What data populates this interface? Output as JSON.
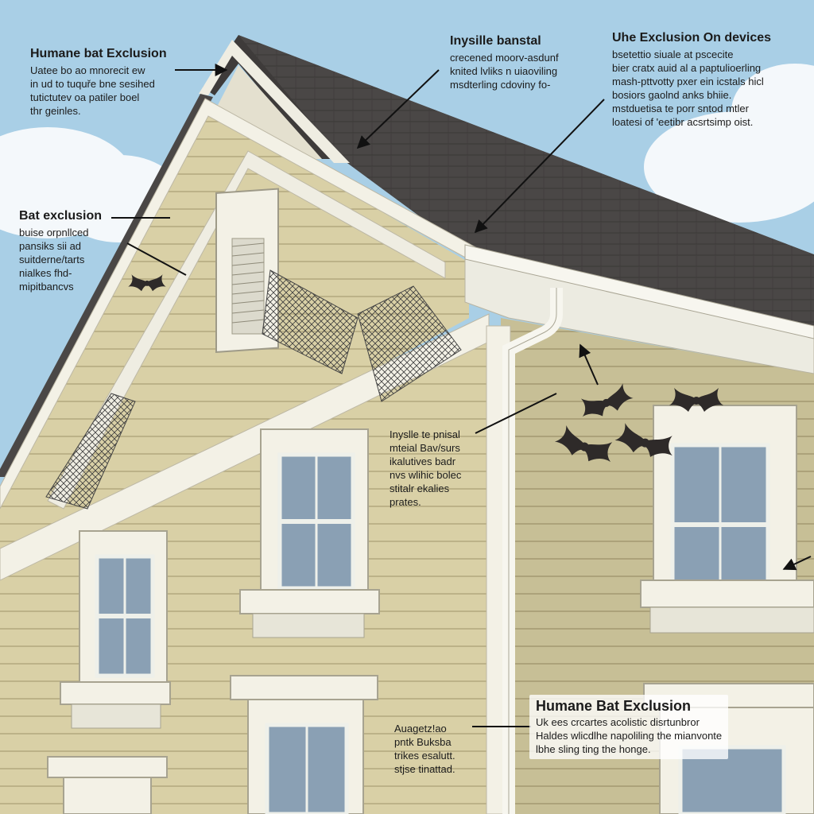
{
  "callouts": [
    {
      "title": "Humane bat Exclusion",
      "lines": [
        "Uatee bo ao mnorecit ew",
        "in ud to tuquře bne sesihed",
        "tutictutev oa patiler boel",
        "thr geinles."
      ]
    },
    {
      "title": "Inysille banstal",
      "lines": [
        "crecened moorv-asdunf",
        "knited lvliks n uiaoviling",
        "msdterling cdoviny fo-"
      ]
    },
    {
      "title": "Uhe Exclusion On devices",
      "lines": [
        "bsetettio siuale at pscecite",
        "bier cratx auid al a paptulioerling",
        "mash-pttvotty pxer ein icstals hicl",
        "bosiors gaolnd anks bhiie.",
        "mstduetisa te porr sntod mtler",
        "loatesi of 'eetibr acsrtsimp oist."
      ]
    },
    {
      "title": "Bat exclusion",
      "lines": [
        "buise orpnllced",
        "pansiks sii ad",
        "suitderne/tarts",
        "nialkes fhd-",
        "mipitbancvs"
      ]
    },
    {
      "title": "",
      "lines": [
        "Inyslle te pnisal",
        "mteial Bav/surs",
        "ikalutives badr",
        "nvs wlihic bolec",
        "stitalr ekalies",
        "prates."
      ]
    },
    {
      "title": "Humane Bat Exclusion",
      "lines": [
        "Uk ees crcartes acolistic disrtunbror",
        "Haldes wlicdlhe napoliling the mianvonte",
        "lbhe sling ting the honge."
      ]
    },
    {
      "title": "",
      "lines": [
        "Auagetz!ao",
        "pntk Buksba",
        "trikes esalutt.",
        "stjse tinattad."
      ]
    }
  ],
  "colors": {
    "sky": "#a9cfe6",
    "roof": "#4a4746",
    "siding": "#d9d0a6",
    "trim": "#f3f1e6",
    "glass": "#8aa0b4",
    "bat": "#2e2a29",
    "arrow": "#111111"
  }
}
